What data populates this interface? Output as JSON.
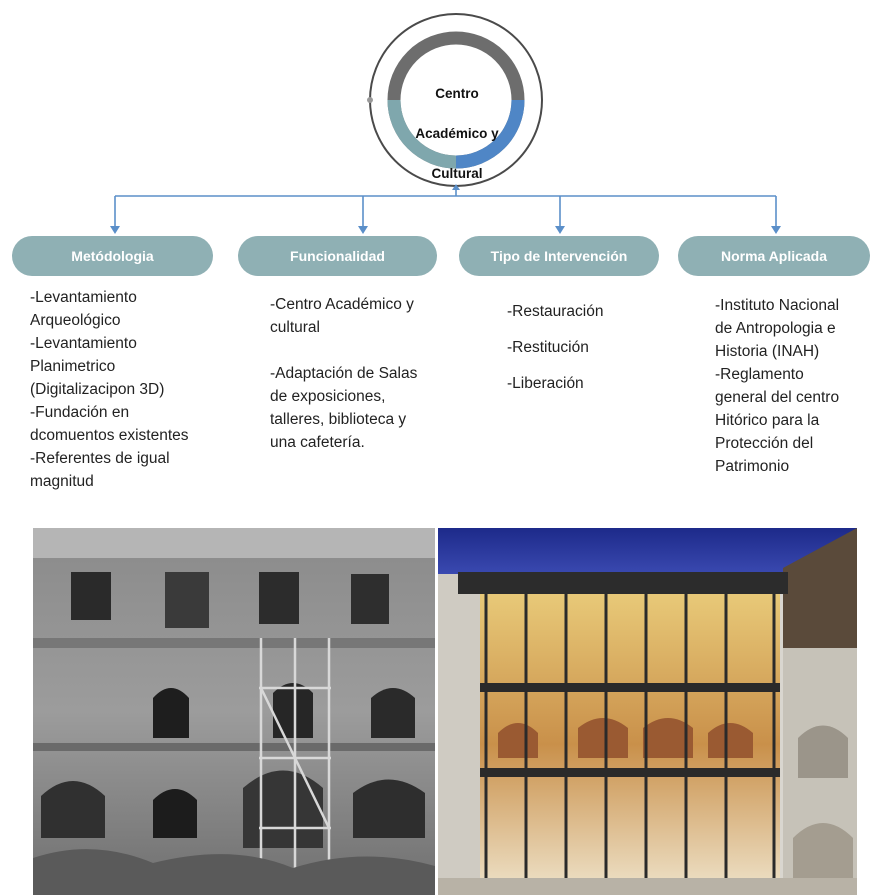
{
  "hub": {
    "title_lines": [
      "Centro",
      "Académico y",
      "Cultural"
    ],
    "ring_colors": {
      "dark": "#6d6d6d",
      "teal": "#7fa7ad",
      "blue": "#4f86c6",
      "outer": "#4a4a4a"
    }
  },
  "connector_color": "#5b8fc9",
  "pill_color": "#8fb0b4",
  "columns": [
    {
      "id": "metodologia",
      "title": "Metódologia",
      "lines": [
        "-Levantamiento",
        "Arqueológico",
        "-Levantamiento",
        "Planimetrico",
        "(Digitalizacipon 3D)",
        "-Fundación en",
        "dcomuentos existentes",
        "-Referentes de igual",
        "magnitud"
      ]
    },
    {
      "id": "funcionalidad",
      "title": "Funcionalidad",
      "lines": [
        "-Centro Académico y",
        "cultural",
        "",
        "-Adaptación de Salas",
        "de exposiciones,",
        "talleres, biblioteca y",
        "una cafetería."
      ]
    },
    {
      "id": "tipo-intervencion",
      "title": "Tipo de Intervención",
      "lines": [
        "-Restauración",
        "",
        "-Restitución",
        "",
        "-Liberación"
      ]
    },
    {
      "id": "norma-aplicada",
      "title": "Norma Aplicada",
      "lines": [
        "-Instituto Nacional",
        "de Antropologia e",
        "Historia (INAH)",
        "-Reglamento",
        "general del centro",
        "Hitórico para la",
        "Protección del",
        "Patrimonio"
      ]
    }
  ]
}
